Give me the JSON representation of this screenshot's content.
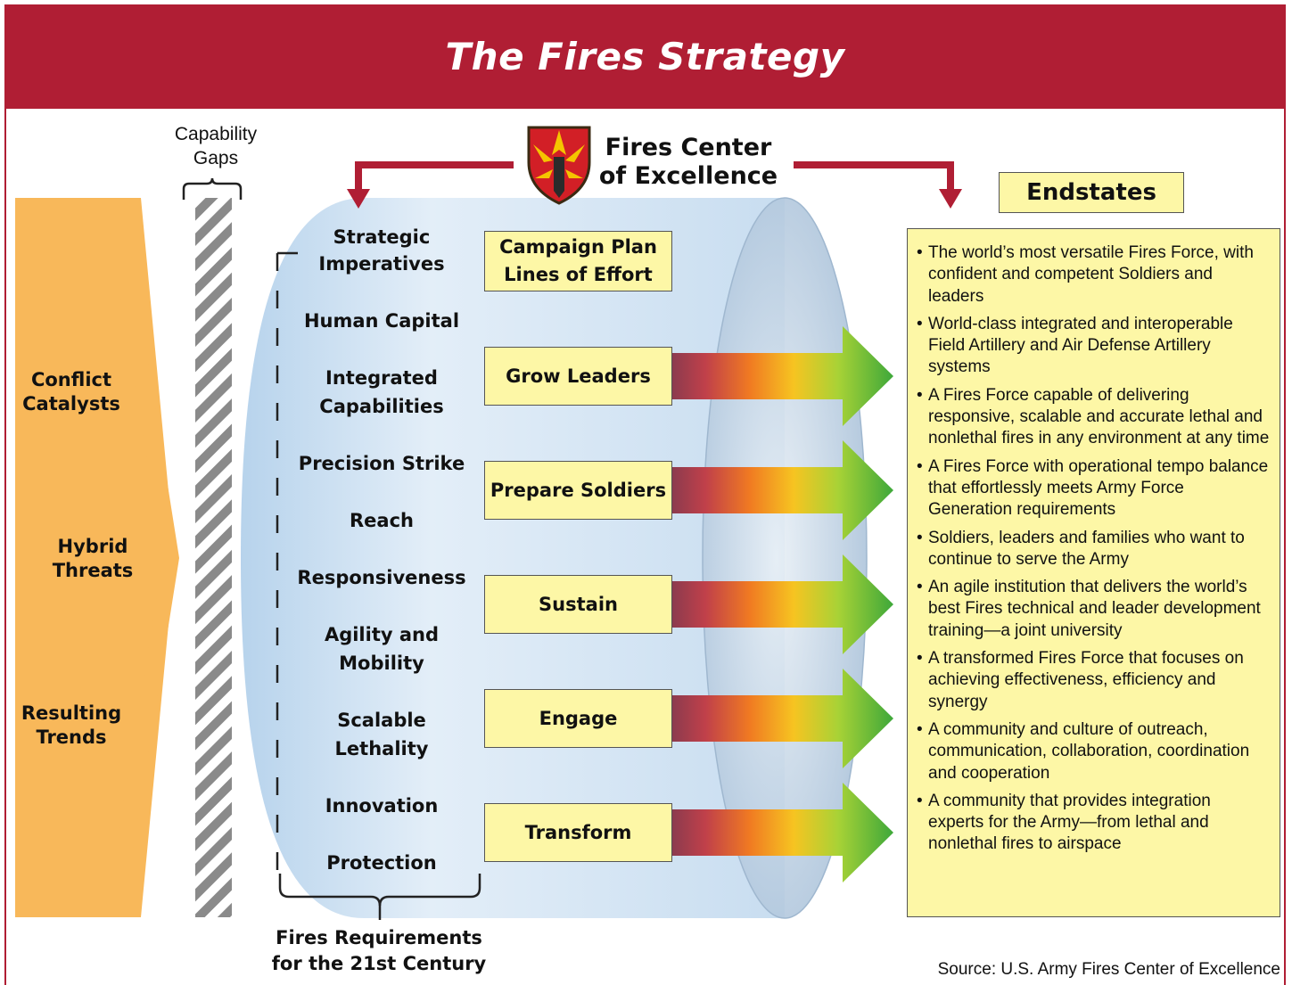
{
  "header": {
    "title": "The Fires Strategy"
  },
  "fcoe": {
    "title": "Fires Center of Excellence",
    "insignia_icon": "fires-shield-insignia"
  },
  "capability_gaps": {
    "label": "Capability Gaps"
  },
  "left_column": {
    "items": [
      "Conflict Catalysts",
      "Hybrid Threats",
      "Resulting Trends"
    ]
  },
  "strategic_imperatives": {
    "header": "Strategic Imperatives",
    "items": [
      "Human Capital",
      "Integrated Capabilities",
      "Precision Strike",
      "Reach",
      "Responsiveness",
      "Agility and Mobility",
      "Scalable Lethality",
      "Innovation",
      "Protection"
    ],
    "footer": "Fires Requirements for the 21st Century"
  },
  "lines_of_effort": {
    "header": "Campaign Plan Lines of Effort",
    "items": [
      "Grow Leaders",
      "Prepare Soldiers",
      "Sustain",
      "Engage",
      "Transform"
    ]
  },
  "endstates": {
    "title": "Endstates",
    "items": [
      "The world’s most versatile Fires Force, with confident and competent Soldiers and leaders",
      "World-class integrated and interoperable Field Artillery and Air Defense Artillery systems",
      "A Fires Force capable of delivering responsive, scalable and accurate lethal and nonlethal fires in any environment at any time",
      "A Fires Force with operational tempo balance that effortlessly meets Army Force Generation requirements",
      "Soldiers, leaders and families who want to continue to serve the Army",
      "An agile institution that delivers the world’s best Fires technical and leader development training—a joint university",
      "A transformed Fires Force that focuses on achieving effectiveness, efficiency and synergy",
      "A community and culture of outreach, communication, collaboration, coordination and cooperation",
      "A community that provides integration experts for the Army—from lethal and nonlethal fires to airspace"
    ]
  },
  "source": "Source: U.S. Army Fires Center of Excellence",
  "colors": {
    "brand_red": "#b01e34",
    "orange": "#f8b85a",
    "box_yellow": "#fdf7a6",
    "cylinder_blue": "#bcd8ef"
  }
}
